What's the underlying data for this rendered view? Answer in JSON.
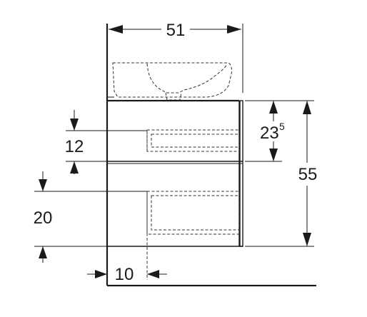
{
  "drawing": {
    "dimensions": {
      "width_top": "51",
      "drawer_gap_height": "12",
      "upper_drawer_height": "23",
      "upper_drawer_height_sup": "5",
      "total_height": "55",
      "bottom_drawer_offset": "20",
      "side_offset": "10"
    },
    "colors": {
      "line": "#1a1a1a",
      "background": "#ffffff"
    }
  }
}
